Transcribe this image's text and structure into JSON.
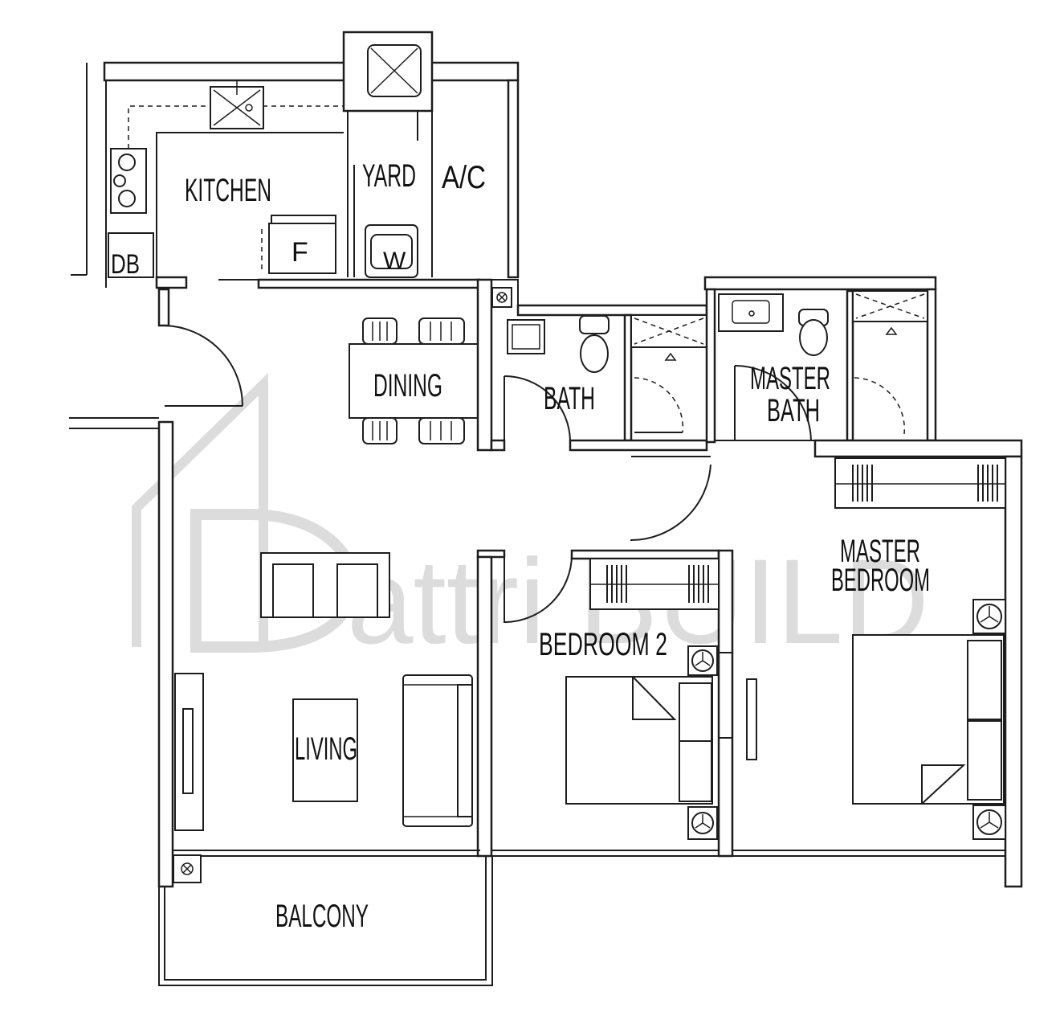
{
  "rooms": {
    "kitchen": "KITCHEN",
    "yard": "YARD",
    "ac": "A/C",
    "db": "DB",
    "fridge": "F",
    "washer": "W",
    "dining": "DINING",
    "bath": "BATH",
    "master_bath": [
      "MASTER",
      "BATH"
    ],
    "master_bedroom": [
      "MASTER",
      "BEDROOM"
    ],
    "bedroom2": "BEDROOM 2",
    "living": "LIVING",
    "balcony": "BALCONY"
  },
  "watermark": {
    "text": "attri BUILD"
  },
  "colors": {
    "line": "#1d1d1d",
    "watermark": "#dcdcdc",
    "background": "#ffffff"
  }
}
